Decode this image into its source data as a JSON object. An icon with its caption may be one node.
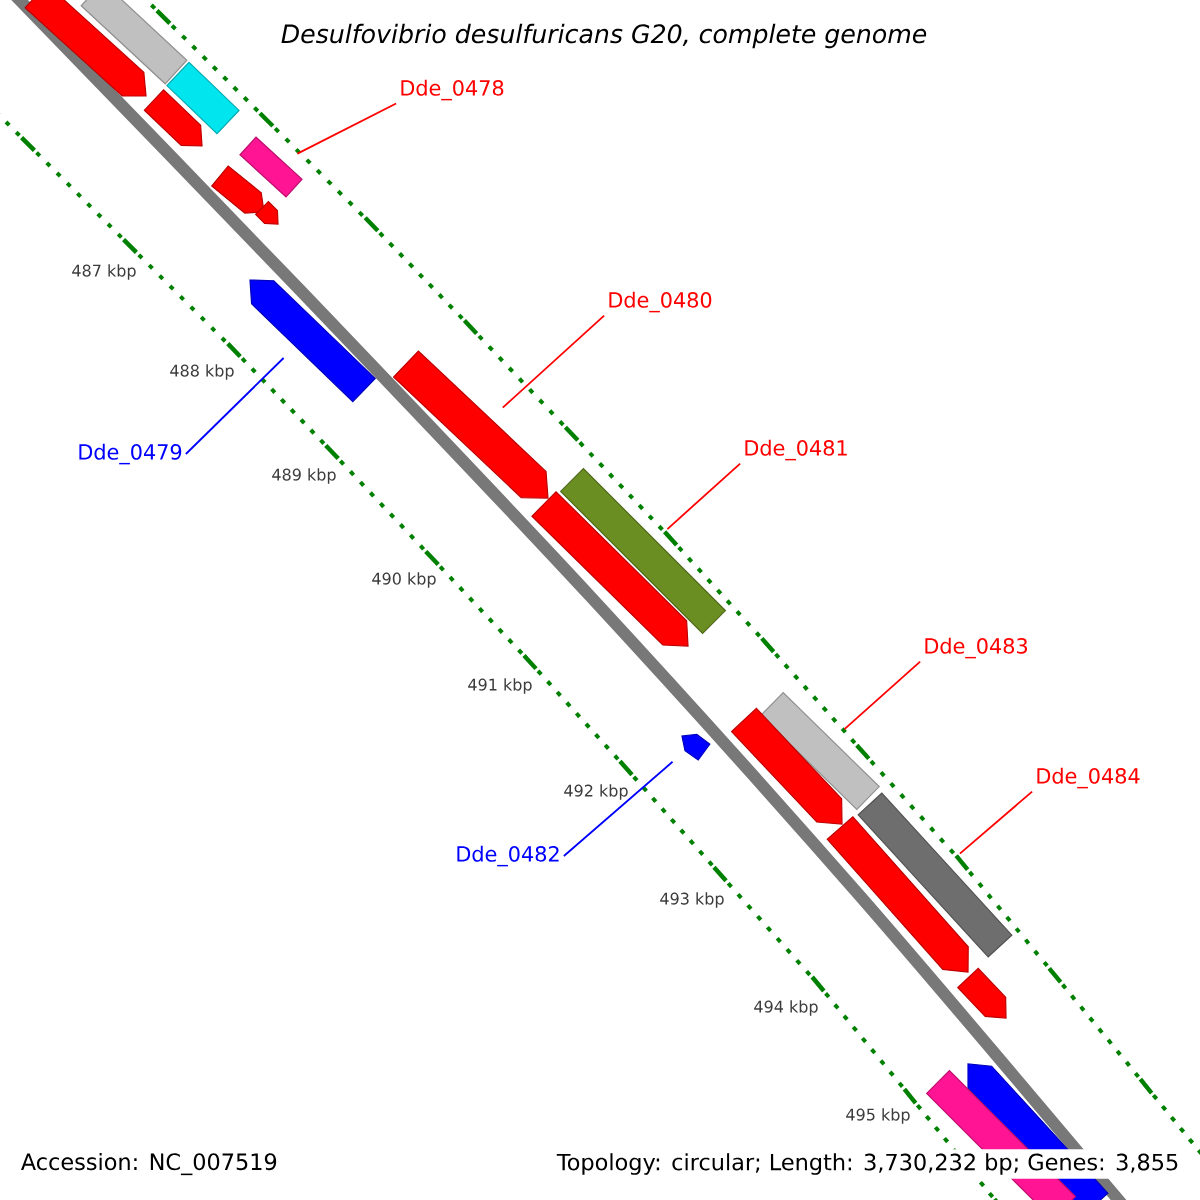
{
  "diagram": {
    "title": "Desulfovibrio desulfuricans G20, complete genome",
    "nodes": [
      {
        "text": [],
        "shape": "pentagon"
      },
      {
        "text": [],
        "shape": "bar"
      },
      {
        "text": [],
        "shape": "bar"
      },
      {
        "text": [],
        "shape": "pentagon"
      },
      {
        "text": [
          "Dde_0478"
        ]
      },
      {
        "text": [],
        "shape": "bar"
      },
      {
        "text": [],
        "shape": "pentagon"
      },
      {
        "text": [],
        "shape": "pentagon"
      },
      {
        "text": [],
        "shape": "pentagon"
      },
      {
        "text": [
          "Dde_0479"
        ]
      },
      {
        "text": [
          "Dde_0480"
        ]
      },
      {
        "text": [],
        "shape": "pentagon"
      },
      {
        "text": [
          "Dde_0481"
        ]
      },
      {
        "text": [],
        "shape": "bar"
      },
      {
        "text": [],
        "shape": "pentagon"
      },
      {
        "text": [
          "Dde_0483"
        ]
      },
      {
        "text": [],
        "shape": "bar"
      },
      {
        "text": [],
        "shape": "pentagon"
      },
      {
        "text": [],
        "shape": "pentagon"
      },
      {
        "text": [
          "Dde_0484"
        ]
      },
      {
        "text": [
          "Dde_0482"
        ]
      },
      {
        "text": [],
        "shape": "bar"
      },
      {
        "text": [],
        "shape": "pentagon"
      },
      {
        "text": [],
        "shape": "pentagon"
      },
      {
        "text": [],
        "shape": "pentagon"
      },
      {
        "text": [],
        "shape": "bar"
      }
    ],
    "edges": [
      {
        "from": 4,
        "to": 5,
        "arrow": "none"
      },
      {
        "from": 9,
        "to": 8,
        "arrow": "none",
        "color": "#0000ff"
      },
      {
        "from": 10,
        "to": 11,
        "arrow": "none"
      },
      {
        "from": 12,
        "to": 13,
        "arrow": "none"
      },
      {
        "from": 20,
        "to": 17,
        "arrow": "none",
        "color": "#0000ff"
      },
      {
        "from": 15,
        "to": 16,
        "arrow": "none"
      },
      {
        "from": 19,
        "to": 21,
        "arrow": "none"
      }
    ],
    "labels": [
      "487 kbp",
      "488 kbp",
      "489 kbp",
      "490 kbp",
      "491 kbp",
      "492 kbp",
      "493 kbp",
      "494 kbp",
      "495 kbp",
      "Accession: NC_007519",
      "Topology: circular; Length: 3,730,232 bp; Genes: 3,855"
    ]
  }
}
